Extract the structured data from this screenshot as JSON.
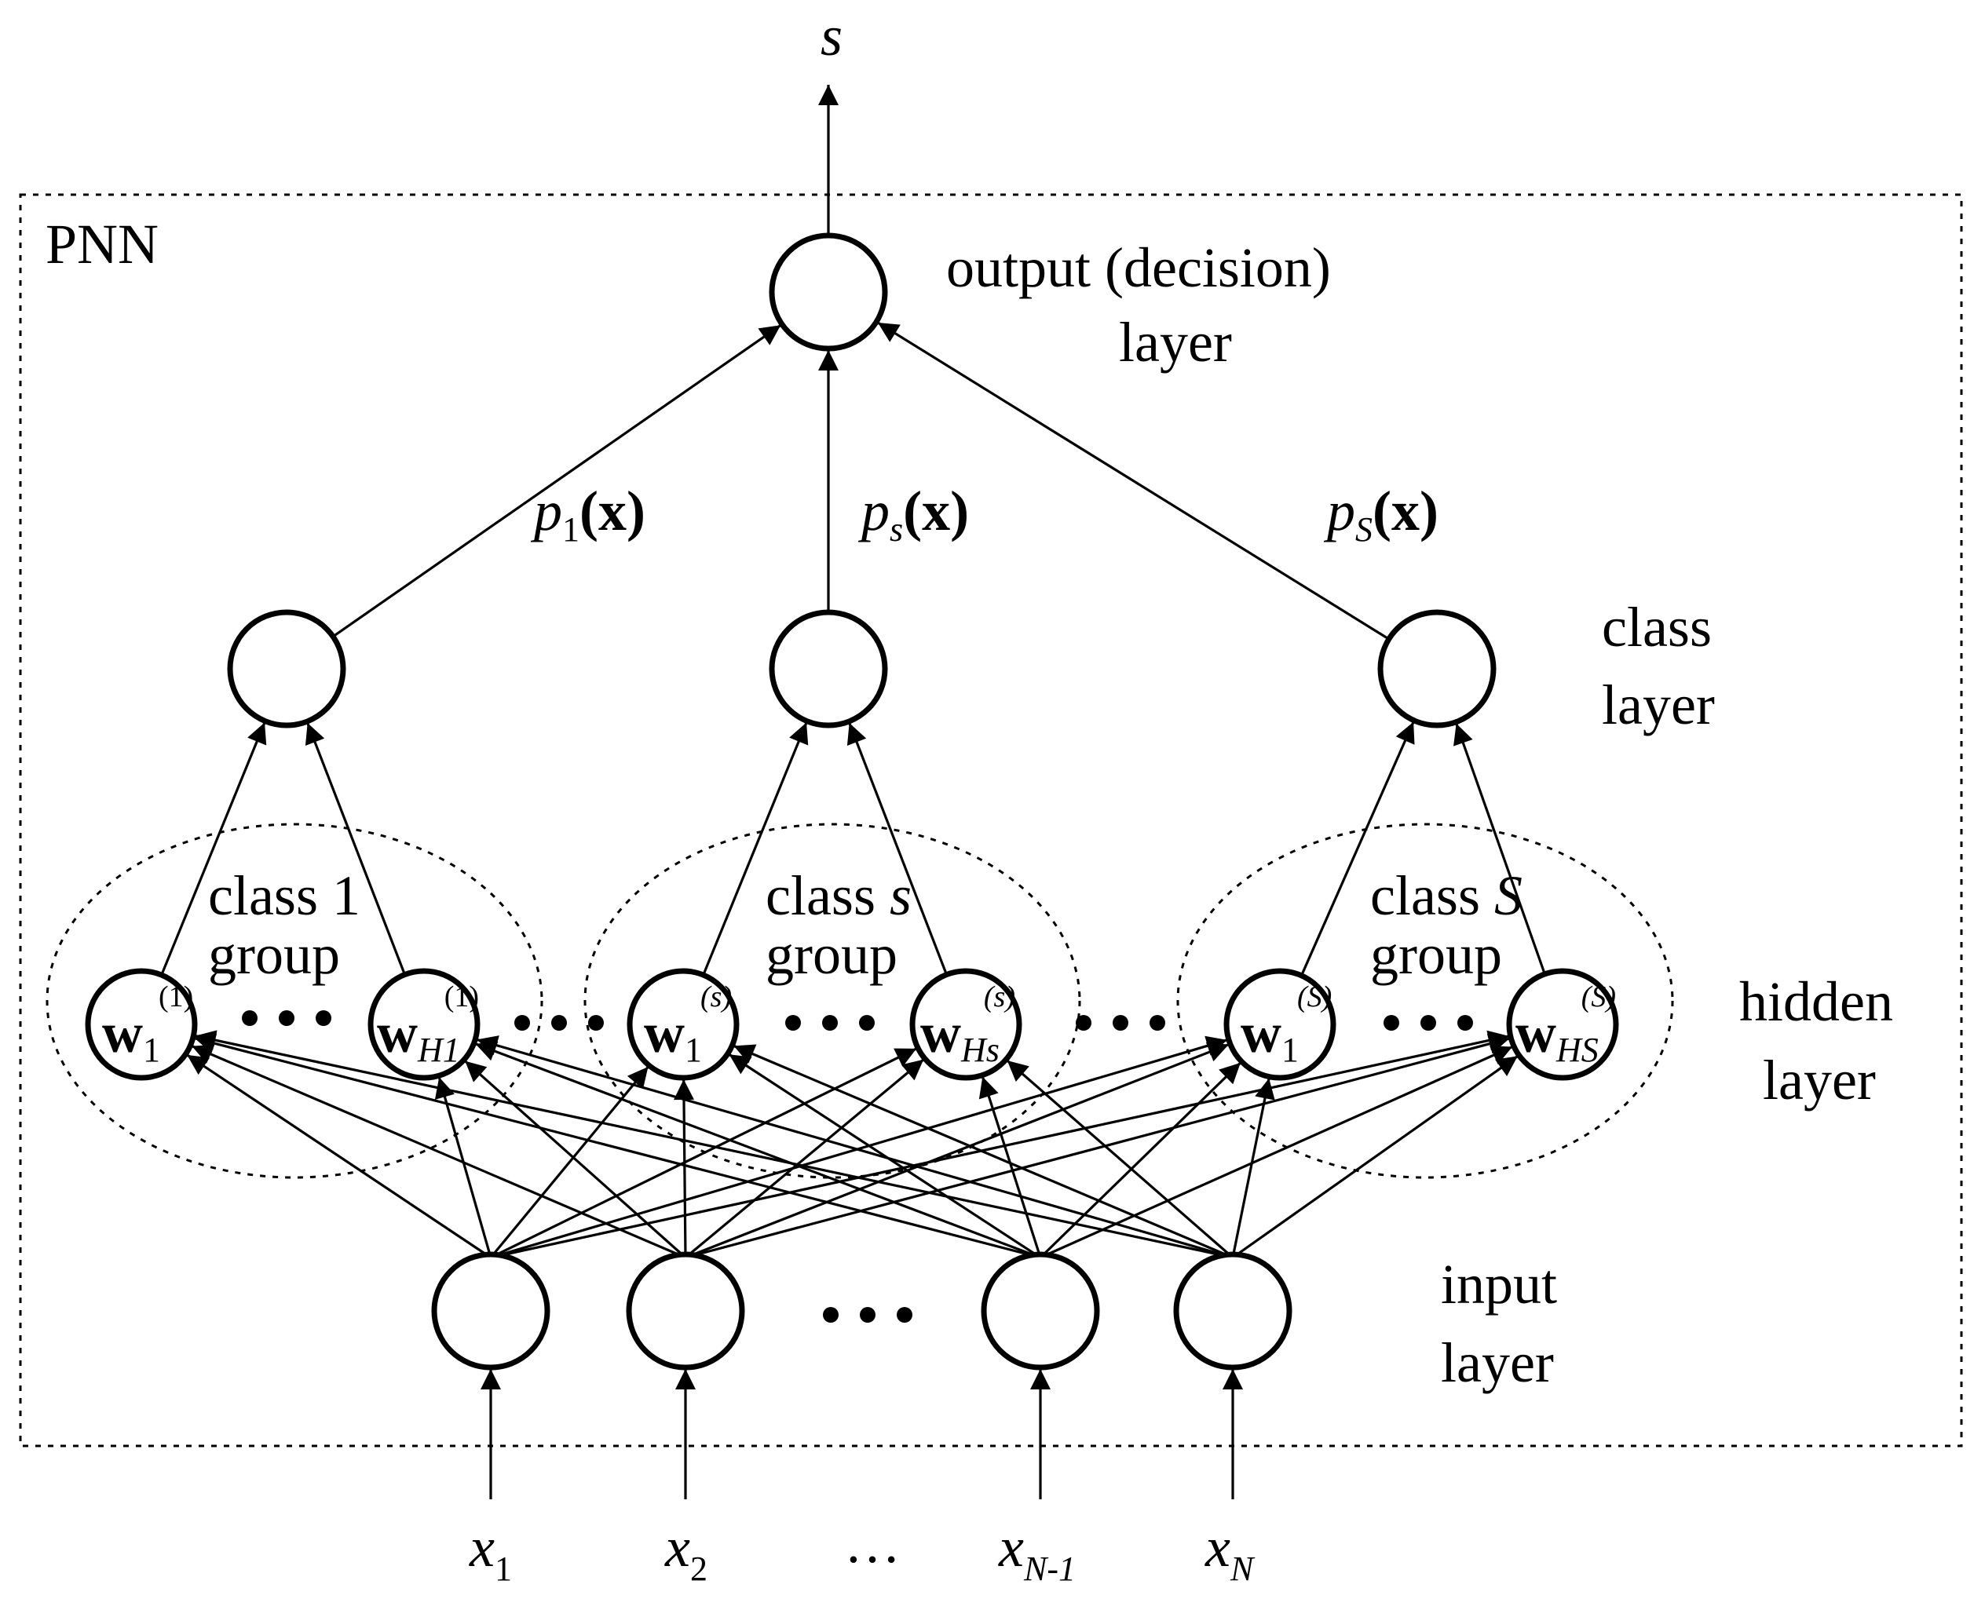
{
  "title": "PNN",
  "output": {
    "symbol": "s",
    "label_line1": "output (decision)",
    "label_line2": "layer"
  },
  "class_layer": {
    "label_line1": "class",
    "label_line2": "layer",
    "probabilities": [
      {
        "p": "p",
        "sub": "1",
        "x": "(x)"
      },
      {
        "p": "p",
        "sub": "s",
        "x": "(x)"
      },
      {
        "p": "p",
        "sub": "S",
        "x": "(x)"
      }
    ]
  },
  "hidden_layer": {
    "label_line1": "hidden",
    "label_line2": "layer",
    "groups": [
      {
        "line1": "class 1",
        "line2": "group"
      },
      {
        "line1": "class s",
        "line2": "group"
      },
      {
        "line1": "class S",
        "line2": "group"
      }
    ],
    "nodes": [
      {
        "w": "w",
        "sub": "1",
        "sup": "(1)"
      },
      {
        "w": "w",
        "sub": "H1",
        "sup": "(1)"
      },
      {
        "w": "w",
        "sub": "1",
        "sup": "(s)"
      },
      {
        "w": "w",
        "sub": "Hs",
        "sup": "(s)"
      },
      {
        "w": "w",
        "sub": "1",
        "sup": "(S)"
      },
      {
        "w": "w",
        "sub": "HS",
        "sup": "(S)"
      }
    ]
  },
  "input_layer": {
    "label_line1": "input",
    "label_line2": "layer",
    "ellipsis": "…",
    "inputs": [
      {
        "x": "x",
        "sub": "1"
      },
      {
        "x": "x",
        "sub": "2"
      },
      {
        "x": "x",
        "sub": "N-1"
      },
      {
        "x": "x",
        "sub": "N"
      }
    ]
  }
}
